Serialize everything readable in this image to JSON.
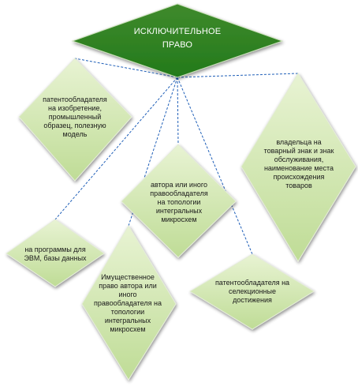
{
  "colors": {
    "title_fill_top": "#3f8a2c",
    "title_fill_bottom": "#237a1b",
    "node_fill_top": "#e8f3d3",
    "node_fill_bottom": "#bfdc96",
    "node_stroke": "#e4ecd8",
    "connector": "#1f5fb8"
  },
  "title": {
    "line1": "ИСКЛЮЧИТЕЛЬНОЕ",
    "line2": "ПРАВО"
  },
  "nodes": {
    "inventions": "патентообладателя на изобретение, промышленный образец, полезную модель",
    "trademark": "владельца на товарный знак и знак обслуживания, наименование места происхождения товаров",
    "topology_author": "автора или иного правообладателя на топологии интегральных микросхем",
    "software": "на программы для ЭВМ, базы данных",
    "property_right": "Имущественное право автора или иного правообладателя на топологии интегральных микросхем",
    "selection": "патентообладателя на селекционные достижения"
  }
}
